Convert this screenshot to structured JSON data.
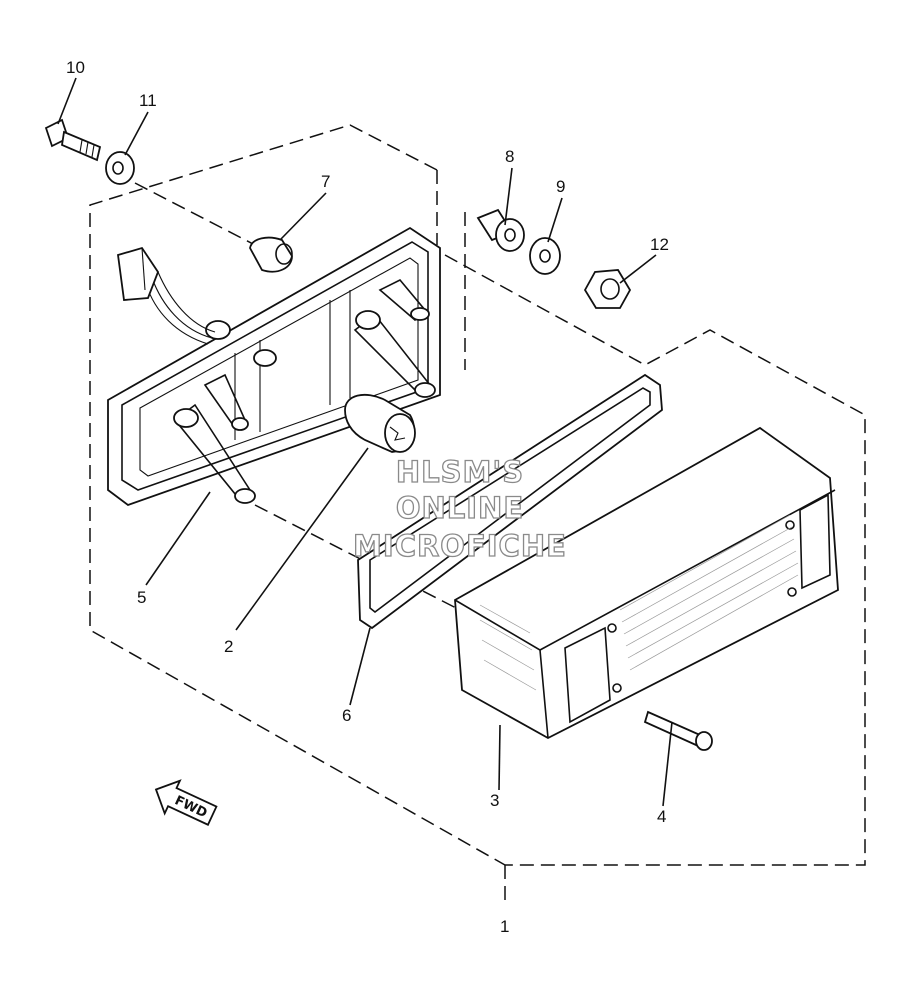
{
  "callouts": [
    {
      "id": "1",
      "label": "1"
    },
    {
      "id": "2",
      "label": "2"
    },
    {
      "id": "3",
      "label": "3"
    },
    {
      "id": "4",
      "label": "4"
    },
    {
      "id": "5",
      "label": "5"
    },
    {
      "id": "6",
      "label": "6"
    },
    {
      "id": "7",
      "label": "7"
    },
    {
      "id": "8",
      "label": "8"
    },
    {
      "id": "9",
      "label": "9"
    },
    {
      "id": "10",
      "label": "10"
    },
    {
      "id": "11",
      "label": "11"
    },
    {
      "id": "12",
      "label": "12"
    }
  ],
  "watermark": {
    "line1": "HLSM'S",
    "line2": "ONLINE",
    "line3": "MICROFICHE"
  },
  "direction_arrow": {
    "label": "FWD",
    "icon": "fwd-arrow-icon"
  }
}
